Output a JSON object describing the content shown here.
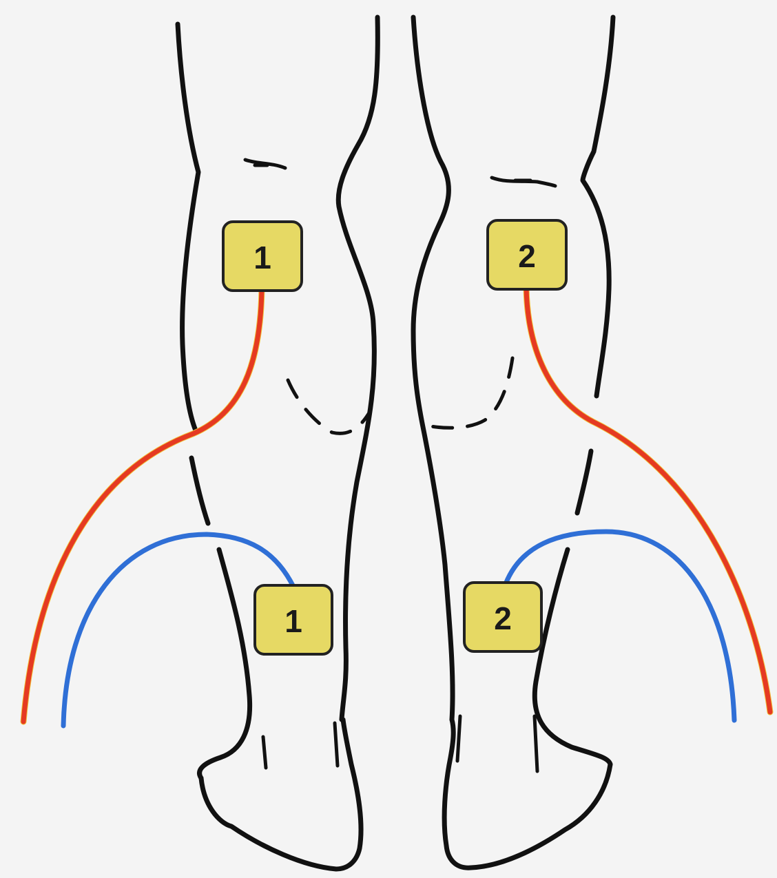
{
  "colors": {
    "background": "#f4f4f4",
    "pad_fill": "#e6d964",
    "pad_border": "#222222",
    "outline": "#111111",
    "lead_red": "#e53a22",
    "lead_red_glow": "#f2c23a",
    "lead_blue": "#2f6fd6"
  },
  "electrodes": {
    "left_upper": {
      "label": "1"
    },
    "left_lower": {
      "label": "1"
    },
    "right_upper": {
      "label": "2"
    },
    "right_lower": {
      "label": "2"
    }
  },
  "leads": {
    "left_red": {
      "color_key": "lead_red"
    },
    "left_blue": {
      "color_key": "lead_blue"
    },
    "right_red": {
      "color_key": "lead_red"
    },
    "right_blue": {
      "color_key": "lead_blue"
    }
  }
}
